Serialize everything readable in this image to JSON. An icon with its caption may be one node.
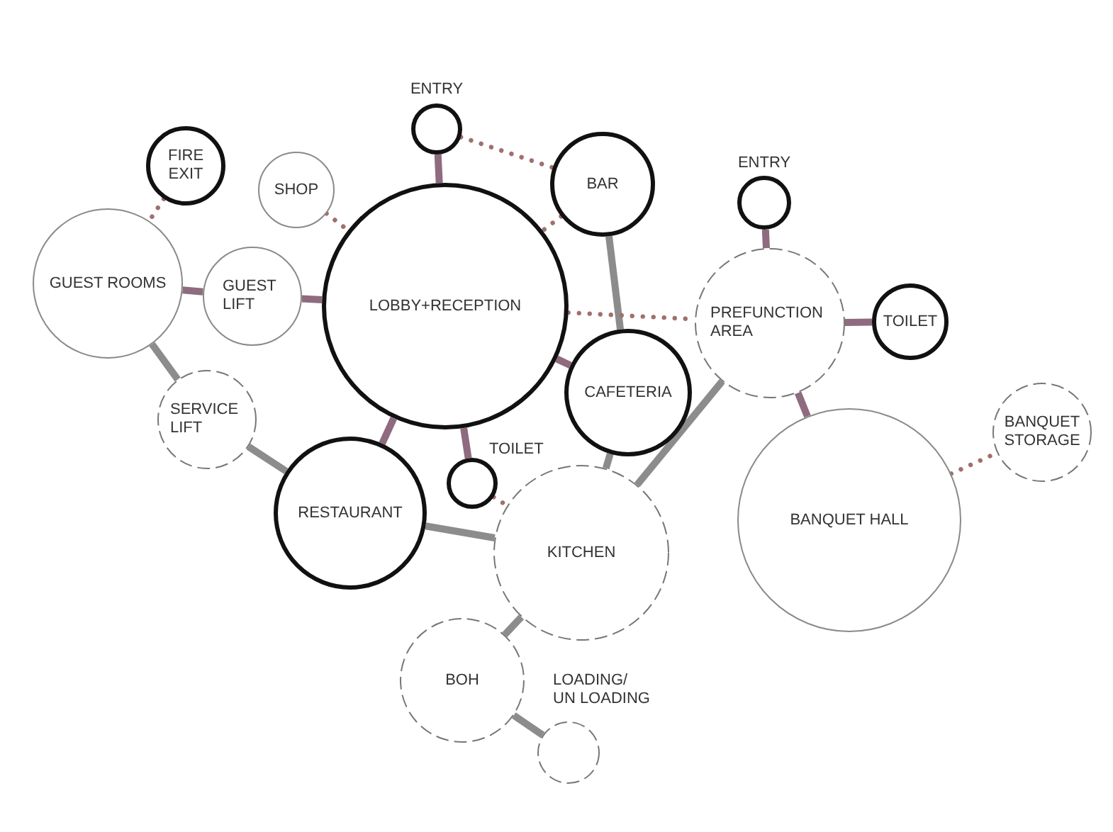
{
  "diagram": {
    "nodes": [
      {
        "text": [
          "ENTRY"
        ]
      },
      {
        "text": [
          "FIRE EXIT"
        ]
      },
      {
        "text": [
          "SHOP"
        ]
      },
      {
        "text": [
          "BAR"
        ]
      },
      {
        "text": [
          "ENTRY"
        ]
      },
      {
        "text": [
          "GUEST ROOMS"
        ]
      },
      {
        "text": [
          "GUEST LIFT"
        ]
      },
      {
        "text": [
          "LOBBY+RECEPTION"
        ]
      },
      {
        "text": [
          "PREFUNCTION AREA"
        ]
      },
      {
        "text": [
          "TOILET"
        ]
      },
      {
        "text": [
          "CAFETERIA"
        ]
      },
      {
        "text": [
          "SERVICE LIFT"
        ]
      },
      {
        "text": [
          "BANQUET STORAGE"
        ]
      },
      {
        "text": [
          "TOILET"
        ]
      },
      {
        "text": [
          "RESTAURANT"
        ]
      },
      {
        "text": [
          "BANQUET HALL"
        ]
      },
      {
        "text": [
          "KITCHEN"
        ]
      },
      {
        "text": [
          "BOH"
        ]
      },
      {
        "text": [
          "LOADING/ UN LOADING"
        ]
      }
    ],
    "edges": [
      {
        "from": 0,
        "to": 7,
        "arrow": "none"
      },
      {
        "from": 0,
        "to": 3,
        "arrow": "none",
        "style": "dashed",
        "color": "#a0706c"
      },
      {
        "from": 1,
        "to": 5,
        "arrow": "none",
        "style": "dashed",
        "color": "#a0706c"
      },
      {
        "from": 2,
        "to": 7,
        "arrow": "none",
        "style": "dashed",
        "color": "#a0706c"
      },
      {
        "from": 3,
        "to": 7,
        "arrow": "none",
        "style": "dashed",
        "color": "#a0706c"
      },
      {
        "from": 3,
        "to": 10,
        "arrow": "none",
        "color": "#8c8c8c"
      },
      {
        "from": 5,
        "to": 6,
        "arrow": "none"
      },
      {
        "from": 6,
        "to": 7,
        "arrow": "none"
      },
      {
        "from": 7,
        "to": 8,
        "arrow": "none",
        "style": "dashed",
        "color": "#a0706c"
      },
      {
        "from": 7,
        "to": 10,
        "arrow": "none"
      },
      {
        "from": 7,
        "to": 14,
        "arrow": "none"
      },
      {
        "from": 7,
        "to": 13,
        "arrow": "none"
      },
      {
        "from": 4,
        "to": 8,
        "arrow": "none"
      },
      {
        "from": 8,
        "to": 9,
        "arrow": "none"
      },
      {
        "from": 8,
        "to": 15,
        "arrow": "none"
      },
      {
        "from": 15,
        "to": 12,
        "arrow": "none",
        "style": "dashed",
        "color": "#a0706c"
      },
      {
        "from": 5,
        "to": 11,
        "arrow": "none",
        "color": "#8c8c8c"
      },
      {
        "from": 11,
        "to": 14,
        "arrow": "none",
        "color": "#8c8c8c"
      },
      {
        "from": 14,
        "to": 16,
        "arrow": "none",
        "color": "#8c8c8c"
      },
      {
        "from": 10,
        "to": 16,
        "arrow": "none",
        "color": "#8c8c8c"
      },
      {
        "from": 16,
        "to": 8,
        "arrow": "none",
        "color": "#8c8c8c"
      },
      {
        "from": 13,
        "to": 16,
        "arrow": "none",
        "style": "dashed",
        "color": "#a0706c"
      },
      {
        "from": 16,
        "to": 17,
        "arrow": "none",
        "color": "#8c8c8c"
      },
      {
        "from": 17,
        "to": 18,
        "arrow": "none",
        "color": "#8c8c8c"
      }
    ]
  }
}
